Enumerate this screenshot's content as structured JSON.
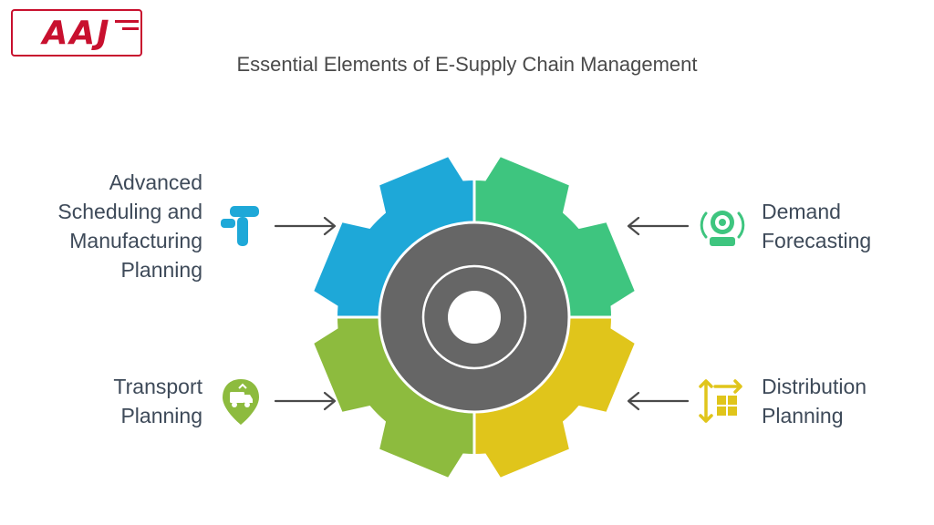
{
  "logo": {
    "text": "AAJ"
  },
  "title": "Essential Elements of E-Supply Chain Management",
  "items": [
    {
      "key": "advanced",
      "lines": [
        "Advanced",
        "Scheduling and",
        "Manufacturing",
        "Planning"
      ],
      "color": "#1ea8d8",
      "icon": "app-blocks-icon"
    },
    {
      "key": "demand",
      "lines": [
        "Demand",
        "Forecasting"
      ],
      "color": "#3ec57f",
      "icon": "forecast-eye-icon"
    },
    {
      "key": "transport",
      "lines": [
        "Transport",
        "Planning"
      ],
      "color": "#8dbb3e",
      "icon": "truck-location-icon"
    },
    {
      "key": "distribution",
      "lines": [
        "Distribution",
        "Planning"
      ],
      "color": "#e0c51b",
      "icon": "distribution-arrows-icon"
    }
  ],
  "colors": {
    "hub": "#666666",
    "text": "#3e4a59",
    "arrow": "#4a4a4a",
    "brand": "#c8102e"
  }
}
